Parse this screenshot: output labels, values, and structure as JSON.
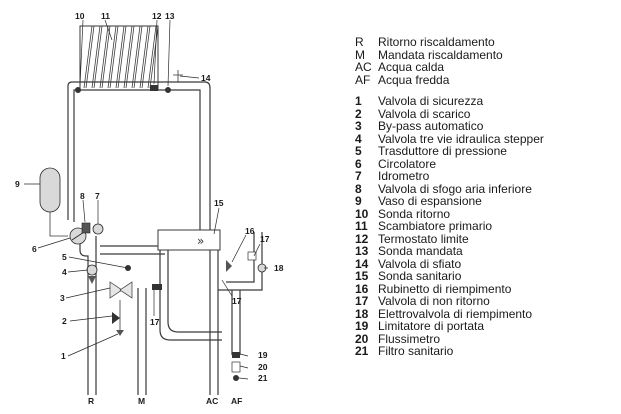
{
  "callouts": {
    "n10": "10",
    "n11": "11",
    "n12": "12",
    "n13": "13",
    "n14": "14",
    "n9": "9",
    "n8": "8",
    "n7": "7",
    "n6": "6",
    "n15": "15",
    "n16": "16",
    "n17a": "17",
    "n18": "18",
    "n5": "5",
    "n4": "4",
    "n3": "3",
    "n17b": "17",
    "n17c": "17",
    "n2": "2",
    "n1": "1",
    "n19": "19",
    "n20": "20",
    "n21": "21",
    "R": "R",
    "M": "M",
    "AC": "AC",
    "AF": "AF"
  },
  "legend": {
    "codes": [
      {
        "key": "R",
        "text": "Ritorno riscaldamento"
      },
      {
        "key": "M",
        "text": "Mandata riscaldamento"
      },
      {
        "key": "AC",
        "text": "Acqua calda"
      },
      {
        "key": "AF",
        "text": "Acqua fredda"
      }
    ],
    "numbers": [
      {
        "key": "1",
        "text": "Valvola di sicurezza"
      },
      {
        "key": "2",
        "text": "Valvola di scarico"
      },
      {
        "key": "3",
        "text": "By-pass automatico"
      },
      {
        "key": "4",
        "text": "Valvola tre vie idraulica stepper"
      },
      {
        "key": "5",
        "text": "Trasduttore di pressione"
      },
      {
        "key": "6",
        "text": "Circolatore"
      },
      {
        "key": "7",
        "text": "Idrometro"
      },
      {
        "key": "8",
        "text": "Valvola di sfogo aria inferiore"
      },
      {
        "key": "9",
        "text": "Vaso di espansione"
      },
      {
        "key": "10",
        "text": "Sonda ritorno"
      },
      {
        "key": "11",
        "text": "Scambiatore primario"
      },
      {
        "key": "12",
        "text": "Termostato limite"
      },
      {
        "key": "13",
        "text": "Sonda mandata"
      },
      {
        "key": "14",
        "text": "Valvola di sfiato"
      },
      {
        "key": "15",
        "text": "Sonda sanitario"
      },
      {
        "key": "16",
        "text": "Rubinetto di riempimento"
      },
      {
        "key": "17",
        "text": "Valvola di non ritorno"
      },
      {
        "key": "18",
        "text": "Elettrovalvola di riempimento"
      },
      {
        "key": "19",
        "text": "Limitatore di portata"
      },
      {
        "key": "20",
        "text": "Flussimetro"
      },
      {
        "key": "21",
        "text": "Filtro sanitario"
      }
    ]
  }
}
